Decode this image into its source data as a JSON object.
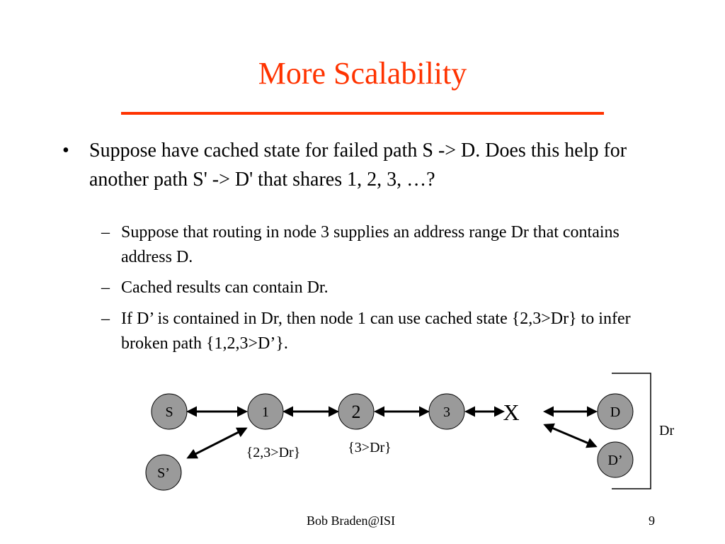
{
  "slide": {
    "title": "More Scalability",
    "bullet_marker": "•",
    "bullet": "Suppose have cached state for failed path S -> D.  Does this help for another path S' -> D' that shares 1, 2, 3, …?",
    "sub_marker": "–",
    "sub_bullets": [
      "Suppose that routing in node 3 supplies an address range Dr that contains address D.",
      "Cached results can contain Dr.",
      "If D’ is contained in Dr, then node 1 can use cached state {2,3>Dr} to infer broken path {1,2,3>D’}."
    ]
  },
  "diagram": {
    "nodes": {
      "S": "S",
      "n1": "1",
      "n2": "2",
      "n3": "3",
      "D": "D",
      "Dp": "D’",
      "Sp": "S’"
    },
    "break_mark": "X",
    "labels": {
      "cache_1": "{2,3>Dr}",
      "cache_2": "{3>Dr}",
      "range": "Dr"
    },
    "node_fill": "#9a9a9a"
  },
  "footer": {
    "author": "Bob Braden@ISI",
    "page": "9"
  }
}
